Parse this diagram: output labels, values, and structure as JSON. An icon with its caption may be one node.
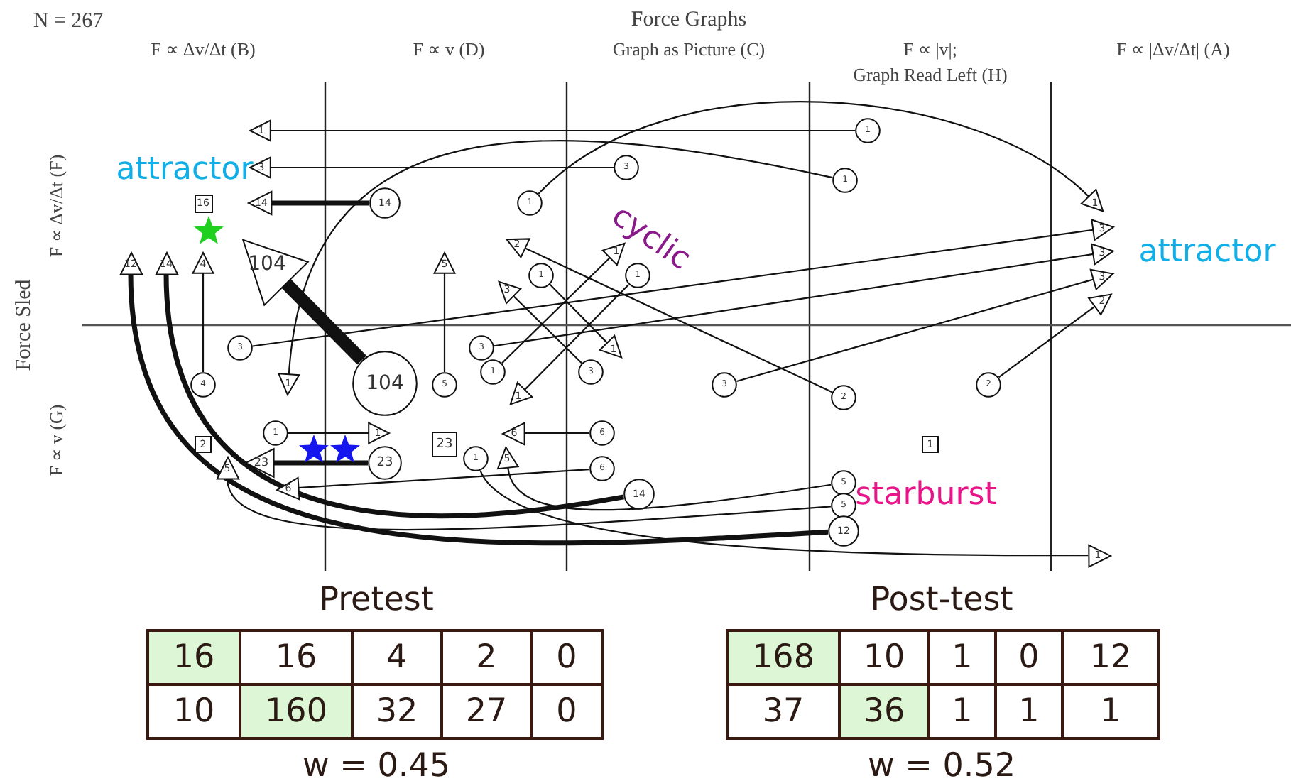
{
  "diagram": {
    "nodes": [
      {
        "text": [
          "1"
        ]
      },
      {
        "text": [
          "1"
        ]
      },
      {
        "text": [
          "3"
        ]
      },
      {
        "text": [
          "3"
        ]
      },
      {
        "text": [
          "1"
        ]
      },
      {
        "text": [
          "16"
        ]
      },
      {
        "text": [
          "14"
        ]
      },
      {
        "text": [
          "14"
        ]
      },
      {
        "text": [
          "1"
        ]
      },
      {
        "text": [
          "1"
        ]
      },
      {
        "text": [
          "3"
        ]
      },
      {
        "text": [
          "3"
        ]
      },
      {
        "text": [
          "3"
        ]
      },
      {
        "text": [
          "2"
        ]
      },
      {
        "text": [
          "12"
        ]
      },
      {
        "text": [
          "14"
        ]
      },
      {
        "text": [
          "4"
        ]
      },
      {
        "text": [
          "104"
        ]
      },
      {
        "text": [
          "5"
        ]
      },
      {
        "text": [
          "2"
        ]
      },
      {
        "text": [
          "1"
        ]
      },
      {
        "text": [
          "1"
        ]
      },
      {
        "text": [
          "1"
        ]
      },
      {
        "text": [
          "3"
        ]
      },
      {
        "text": [
          "3"
        ]
      },
      {
        "text": [
          "3"
        ]
      },
      {
        "text": [
          "1"
        ]
      },
      {
        "text": [
          "1"
        ]
      },
      {
        "text": [
          "3"
        ]
      },
      {
        "text": [
          "4"
        ]
      },
      {
        "text": [
          "1"
        ]
      },
      {
        "text": [
          "104"
        ]
      },
      {
        "text": [
          "5"
        ]
      },
      {
        "text": [
          "3"
        ]
      },
      {
        "text": [
          "2"
        ]
      },
      {
        "text": [
          "2"
        ]
      },
      {
        "text": [
          "1"
        ]
      },
      {
        "text": [
          "1"
        ]
      },
      {
        "text": [
          "1"
        ]
      },
      {
        "text": [
          "6"
        ]
      },
      {
        "text": [
          "6"
        ]
      },
      {
        "text": [
          "2"
        ]
      },
      {
        "text": [
          "23"
        ]
      },
      {
        "text": [
          "1"
        ]
      },
      {
        "text": [
          "1"
        ]
      },
      {
        "text": [
          "5"
        ]
      },
      {
        "text": [
          "23"
        ]
      },
      {
        "text": [
          "23"
        ]
      },
      {
        "text": [
          "5"
        ]
      },
      {
        "text": [
          "6"
        ]
      },
      {
        "text": [
          "6"
        ]
      },
      {
        "text": [
          "14"
        ]
      },
      {
        "text": [
          "5"
        ]
      },
      {
        "text": [
          "5"
        ]
      },
      {
        "text": [
          "12"
        ]
      },
      {
        "text": [
          "1"
        ]
      }
    ],
    "edges": [
      {
        "from": 1,
        "to": 0,
        "arrow": "none"
      },
      {
        "from": 3,
        "to": 2,
        "arrow": "none"
      },
      {
        "from": 4,
        "to": 30,
        "arrow": "none"
      },
      {
        "from": 7,
        "to": 6,
        "arrow": "none",
        "style": "thick"
      },
      {
        "from": 8,
        "to": 9,
        "arrow": "none"
      },
      {
        "from": 24,
        "to": 10,
        "arrow": "none"
      },
      {
        "from": 25,
        "to": 11,
        "arrow": "none"
      },
      {
        "from": 33,
        "to": 12,
        "arrow": "none"
      },
      {
        "from": 35,
        "to": 13,
        "arrow": "none"
      },
      {
        "from": 29,
        "to": 16,
        "arrow": "none"
      },
      {
        "from": 32,
        "to": 18,
        "arrow": "none"
      },
      {
        "from": 31,
        "to": 17,
        "arrow": "none",
        "style": "thick"
      },
      {
        "from": 34,
        "to": 19,
        "arrow": "none"
      },
      {
        "from": 27,
        "to": 20,
        "arrow": "none"
      },
      {
        "from": 21,
        "to": 26,
        "arrow": "none"
      },
      {
        "from": 22,
        "to": 36,
        "arrow": "none"
      },
      {
        "from": 28,
        "to": 23,
        "arrow": "none"
      },
      {
        "from": 37,
        "to": 38,
        "arrow": "none"
      },
      {
        "from": 40,
        "to": 39,
        "arrow": "none"
      },
      {
        "from": 47,
        "to": 46,
        "arrow": "none",
        "style": "thick"
      },
      {
        "from": 49,
        "to": 50,
        "arrow": "none"
      },
      {
        "from": 51,
        "to": 15,
        "arrow": "none",
        "style": "thick"
      },
      {
        "from": 54,
        "to": 14,
        "arrow": "none",
        "style": "thick"
      },
      {
        "from": 52,
        "to": 45,
        "arrow": "none"
      },
      {
        "from": 53,
        "to": 48,
        "arrow": "none"
      },
      {
        "from": 44,
        "to": 55,
        "arrow": "none"
      }
    ],
    "labels": [
      "N = 267",
      "Force Graphs",
      "F ∝ Δv/Δt (B)",
      "F ∝ v (D)",
      "Graph as Picture (C)",
      "F ∝ |v|;",
      "Graph Read Left (H)",
      "F ∝ |Δv/Δt| (A)",
      "attractor",
      "F ∝ Δv/Δt (F)",
      "cyclic",
      "attractor",
      "Force Sled",
      "F ∝ v (G)",
      "starburst",
      "Pretest",
      "Post-test",
      "16",
      "16",
      "4",
      "2",
      "0",
      "10",
      "160",
      "32",
      "27",
      "0",
      "168",
      "10",
      "1",
      "0",
      "12",
      "37",
      "36",
      "1",
      "1",
      "1",
      "w = 0.45",
      "w = 0.52"
    ]
  }
}
